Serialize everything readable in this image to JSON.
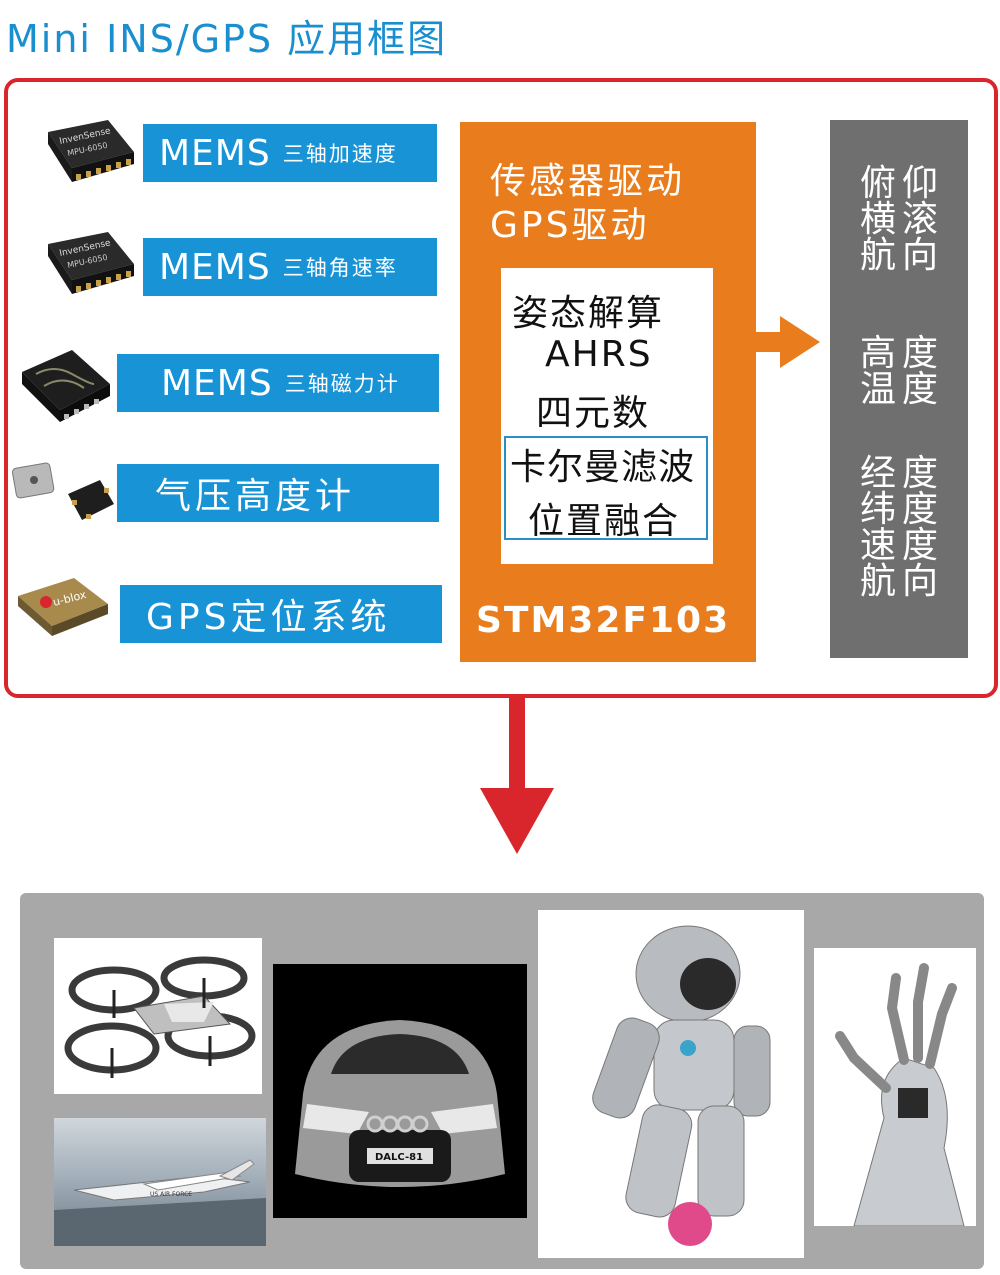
{
  "title": "Mini INS/GPS 应用框图",
  "sensors": [
    {
      "main": "MEMS",
      "sub": "三轴加速度"
    },
    {
      "main": "MEMS",
      "sub": "三轴角速率"
    },
    {
      "main": "MEMS",
      "sub": "三轴磁力计"
    },
    {
      "main": "气压高度计",
      "sub": ""
    },
    {
      "main": "GPS定位系统",
      "sub": ""
    }
  ],
  "chips": {
    "chip1_brand": "InvenSense",
    "chip1_model": "MPU-6050",
    "chip2_brand": "InvenSense",
    "chip2_model": "MPU-6050",
    "gps_brand": "u-blox"
  },
  "mcu": {
    "driver_line1": "传感器驱动",
    "driver_line2": "GPS驱动",
    "algo": [
      "姿态解算",
      "AHRS",
      "四元数"
    ],
    "fusion": [
      "卡尔曼滤波",
      "位置融合"
    ],
    "name": "STM32F103"
  },
  "outputs": [
    [
      "俯仰",
      "横滚",
      "航向"
    ],
    [
      "高度",
      "温度"
    ],
    [
      "经度",
      "纬度",
      "速度",
      "航向"
    ]
  ],
  "colors": {
    "title": "#1a8fd0",
    "frame": "#d8262c",
    "sensor_bar": "#1793d6",
    "mcu": "#e97d1d",
    "output": "#6f6f6f",
    "arrow_down": "#d8262c"
  },
  "apps": {
    "car_plate": "DALC-81",
    "drone_mark": "US AIR FORCE"
  }
}
